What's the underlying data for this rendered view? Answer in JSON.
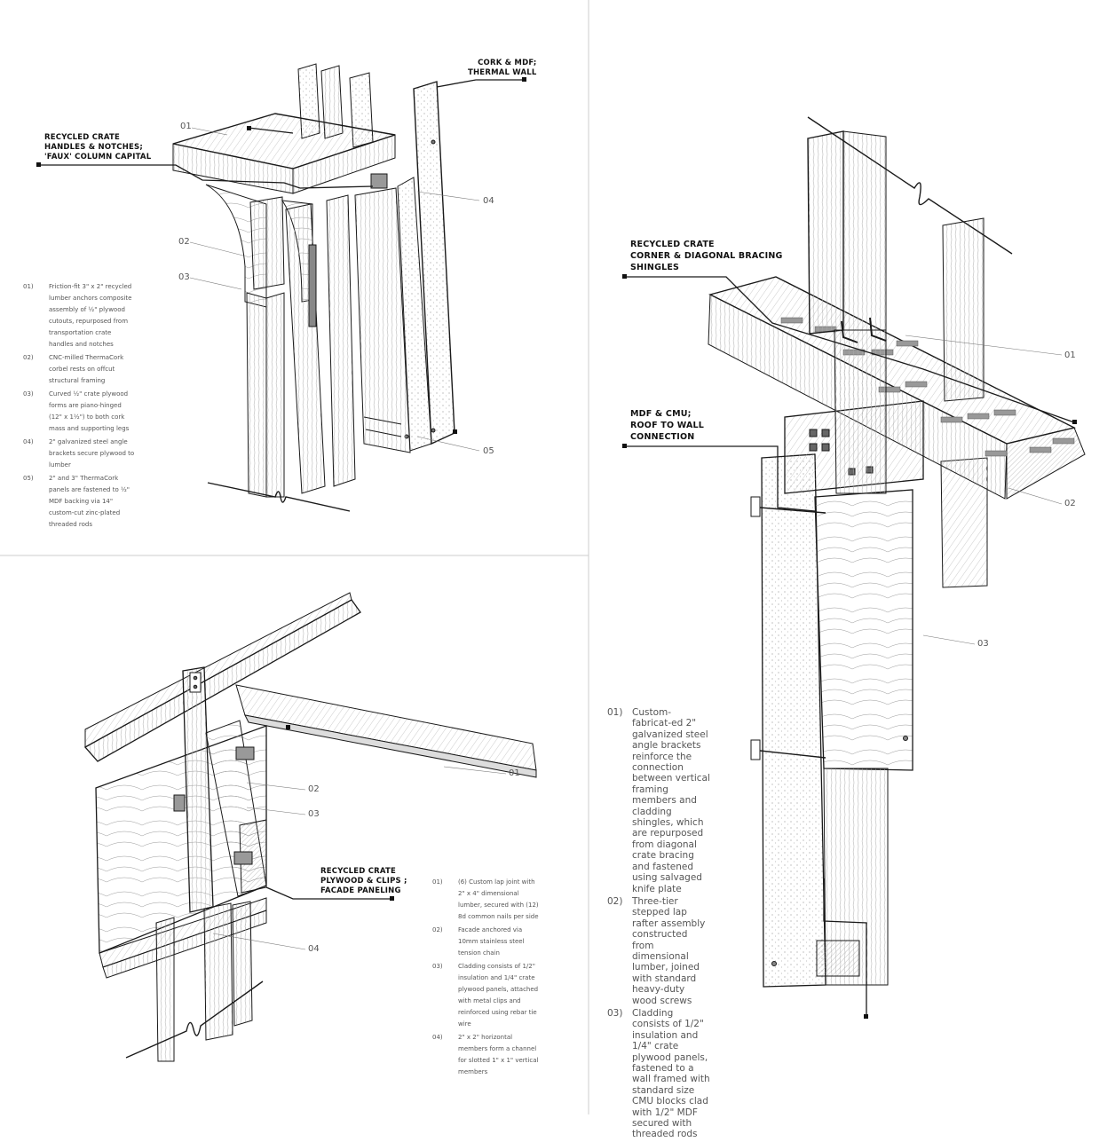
{
  "panel_a": {
    "callouts": {
      "capital": "RECYCLED CRATE\nHANDLES & NOTCHES;\n'FAUX' COLUMN CAPITAL",
      "thermal": "CORK & MDF;\nTHERMAL WALL"
    },
    "numbers": [
      "01",
      "02",
      "03",
      "04",
      "05"
    ],
    "notes": [
      {
        "num": "01)",
        "text": "Friction-fit 3\" x 2\" recycled lumber anchors composite assembly of ½\" plywood cutouts, repurposed from transportation crate handles and notches"
      },
      {
        "num": "02)",
        "text": "CNC-milled ThermaCork corbel rests on offcut structural framing"
      },
      {
        "num": "03)",
        "text": "Curved ½\" crate plywood forms are piano-hinged (12\" x 1½\") to both cork mass and supporting legs"
      },
      {
        "num": "04)",
        "text": "2\" galvanized steel angle brackets secure plywood to lumber"
      },
      {
        "num": "05)",
        "text": "2\" and 3\" ThermaCork panels are fastened to ½\" MDF backing via 14\" custom-cut zinc-plated threaded rods"
      }
    ]
  },
  "panel_b": {
    "callouts": {
      "facade": "RECYCLED CRATE\nPLYWOOD & CLIPS ;\nFACADE PANELING"
    },
    "numbers": [
      "01",
      "02",
      "03",
      "04"
    ],
    "notes": [
      {
        "num": "01)",
        "text": "(6) Custom lap joint with 2\" x 4\" dimensional lumber, secured with (12) 8d common nails per side"
      },
      {
        "num": "02)",
        "text": "Facade anchored via 10mm stainless steel tension chain"
      },
      {
        "num": "03)",
        "text": "Cladding consists of 1/2\" insulation and 1/4\" crate plywood panels, attached with metal clips and reinforced using rebar tie wire"
      },
      {
        "num": "04)",
        "text": "2\" x 2\" horizontal members form a channel for slotted 1\" x 1\" vertical members"
      }
    ]
  },
  "panel_c": {
    "callouts": {
      "shingles": "RECYCLED CRATE\nCORNER & DIAGONAL BRACING\nSHINGLES",
      "roof": "MDF & CMU;\nROOF TO WALL\nCONNECTION"
    },
    "numbers": [
      "01",
      "02",
      "03"
    ],
    "notes": [
      {
        "num": "01)",
        "text": "Custom-fabricat-ed 2\" galvanized steel angle brackets reinforce the connection between vertical framing members and cladding shingles, which are repurposed from diagonal crate bracing and fastened using salvaged knife plate"
      },
      {
        "num": "02)",
        "text": "Three-tier stepped lap rafter assembly constructed from dimensional lumber, joined with standard heavy-duty wood screws"
      },
      {
        "num": "03)",
        "text": "Cladding consists of 1/2\" insulation and 1/4\" crate plywood panels, fastened to a wall framed with standard size CMU blocks clad with 1/2\" MDF secured with threaded rods"
      }
    ]
  },
  "colors": {
    "line": "#1a1a1a",
    "leader": "#777777",
    "divider": "#cccccc",
    "hatch": "#999999"
  }
}
